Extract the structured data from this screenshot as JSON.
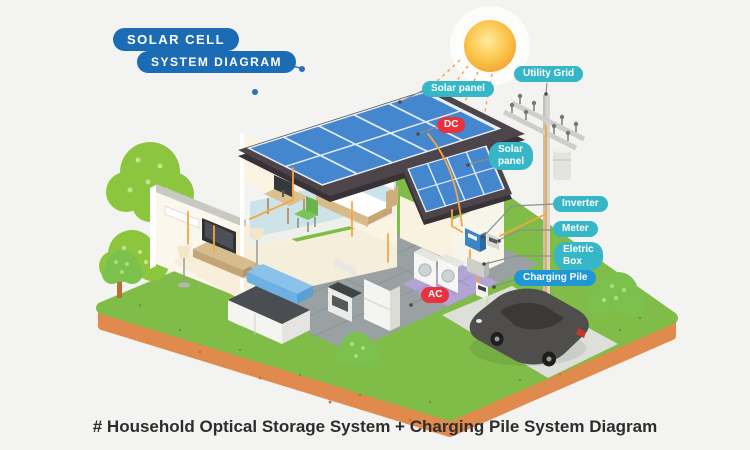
{
  "title_badge": {
    "line1": "SOLAR CELL",
    "line2": "SYSTEM DIAGRAM"
  },
  "labels": {
    "solar_panel_top": "Solar panel",
    "dc": "DC",
    "utility_grid": "Utility Grid",
    "solar_panel_side": {
      "line1": "Solar",
      "line2": "panel"
    },
    "inverter": "Inverter",
    "meter": "Meter",
    "electric_box": {
      "line1": "Eletric",
      "line2": "Box"
    },
    "charging_pile": "Charging Pile",
    "ac": "AC"
  },
  "caption": "# Household Optical Storage System + Charging Pile System Diagram",
  "colors": {
    "label-teal": "#35b7c8",
    "label-blue": "#1f97d4",
    "label-red": "#e8323e",
    "badge-blue": "#1b6cb5",
    "wire-orange": "#f5a63f",
    "caption-text": "#2d2d2d"
  }
}
